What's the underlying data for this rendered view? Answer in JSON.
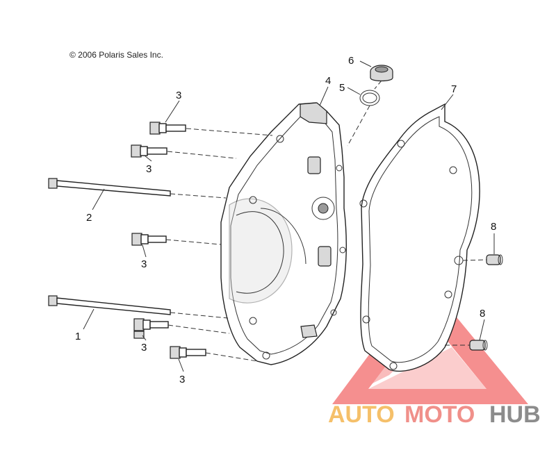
{
  "copyright": "© 2006 Polaris Sales Inc.",
  "callouts": {
    "c1": "1",
    "c2": "2",
    "c3a": "3",
    "c3b": "3",
    "c3c": "3",
    "c3d": "3",
    "c3e": "3",
    "c4": "4",
    "c5": "5",
    "c6": "6",
    "c7": "7",
    "c8a": "8",
    "c8b": "8"
  },
  "watermark": {
    "part1": "AUTO",
    "part2": "MOTO",
    "part3": "HUB",
    "color_auto": "#f5c06a",
    "color_moto": "#f0908a",
    "color_hub": "#8c8c8c",
    "triangle_color": "#f26a6a"
  }
}
